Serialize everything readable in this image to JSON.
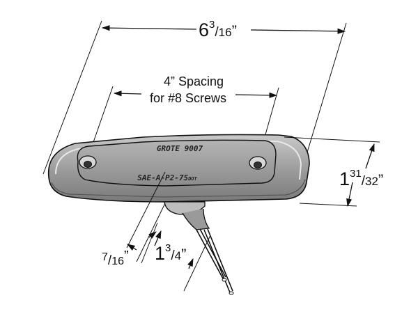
{
  "figure": {
    "overall_length": {
      "whole": "6",
      "numerator": "3",
      "denominator": "16",
      "mark": "”"
    },
    "spacing": {
      "line1": "4” Spacing",
      "line2": "for #8 Screws"
    },
    "height": {
      "whole": "1",
      "numerator": "31",
      "denominator": "32",
      "mark": "”"
    },
    "base_depth": {
      "whole": "1",
      "numerator": "3",
      "denominator": "4",
      "mark": "”"
    },
    "lens_offset": {
      "numerator": "7",
      "denominator": "16",
      "mark": "”"
    },
    "lens_stamp": {
      "line1": "GROTE 9007",
      "line2": "SAE-A-P2-75",
      "line2_suffix": "DOT"
    }
  }
}
